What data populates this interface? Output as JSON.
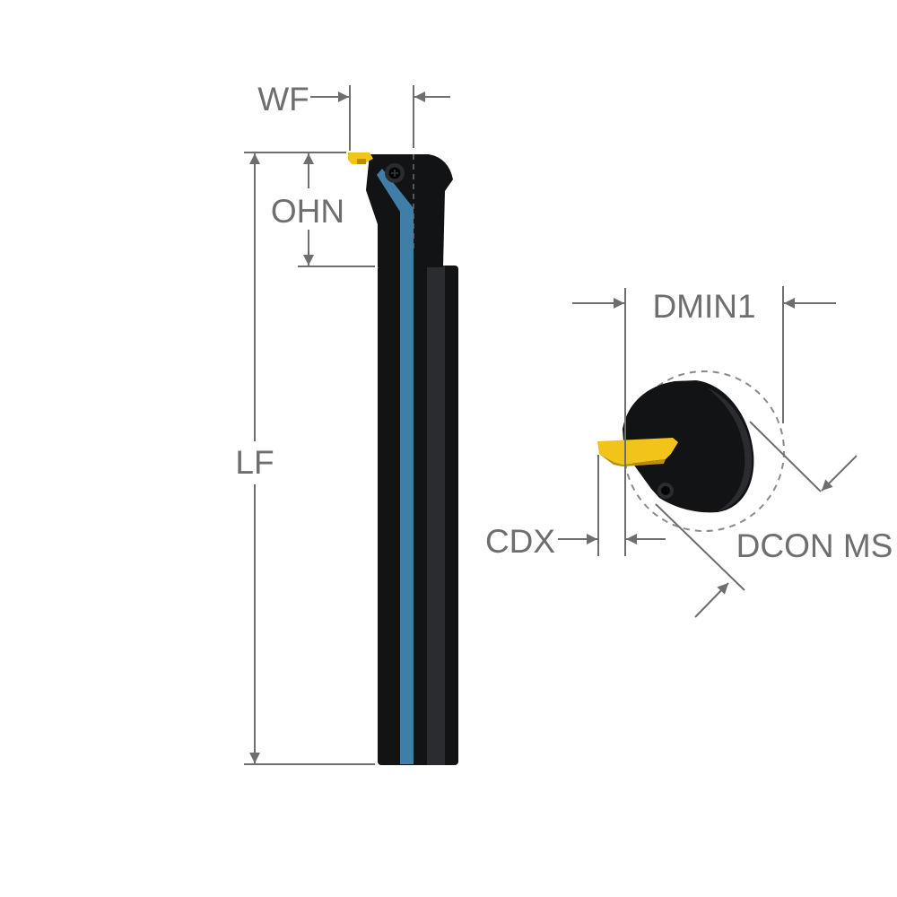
{
  "labels": {
    "wf": "WF",
    "ohn": "OHN",
    "lf": "LF",
    "dmin1": "DMIN1",
    "cdx": "CDX",
    "dcon_ms": "DCON MS"
  },
  "colors": {
    "background": "#ffffff",
    "dimension": "#6e6e6e",
    "tool_body": "#121315",
    "tool_highlight": "#2a2c30",
    "coolant_channel": "#3f7ea6",
    "insert": "#f2c318",
    "insert_shadow": "#b88e0a",
    "dashed_circle": "#8a8a8a"
  },
  "icons": {
    "screw": "torx-screw-icon",
    "arrow": "arrowhead-icon"
  }
}
